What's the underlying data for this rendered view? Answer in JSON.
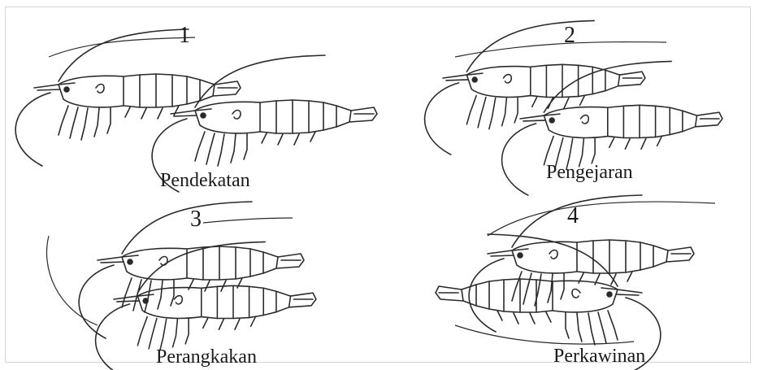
{
  "stages": [
    {
      "number": "1",
      "label": "Pendekatan"
    },
    {
      "number": "2",
      "label": "Pengejaran"
    },
    {
      "number": "3",
      "label": "Perangkakan"
    },
    {
      "number": "4",
      "label": "Perkawinan"
    }
  ],
  "colors": {
    "ink": "#1a1a1a",
    "line": "#2a2a2a",
    "frame": "#d6d6d6",
    "background": "#ffffff"
  },
  "icon_names": [
    "shrimp-icon"
  ]
}
